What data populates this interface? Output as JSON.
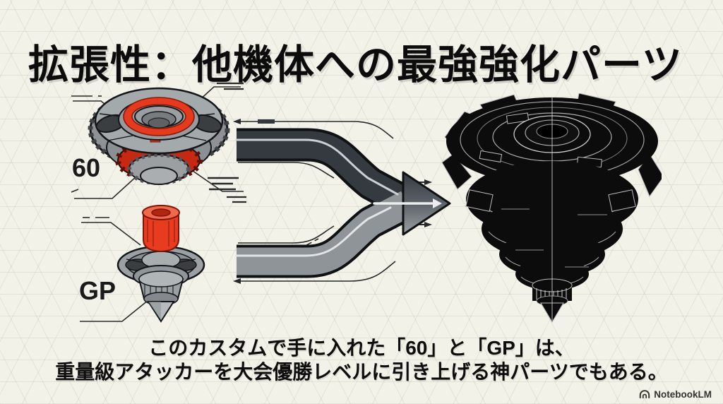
{
  "slide": {
    "title": "拡張性：他機体への最強強化パーツ",
    "caption": {
      "line1": "このカスタムで手に入れた「60」と「GP」は、",
      "line2": "重量級アタッカーを大会優勝レベルに引き上げる神パーツでもある。"
    }
  },
  "diagram": {
    "source_parts": [
      {
        "id": "disc-60",
        "label": "60"
      },
      {
        "id": "driver-gp",
        "label": "GP"
      }
    ],
    "flow_icon": "two-arrows-merging-into-one-right-arrow",
    "result_icon": "black-blueprint-beyblade-top"
  },
  "watermark": {
    "brand": "NotebookLM"
  },
  "colors": {
    "background": "#f3f2e8",
    "ink": "#0c0c0c",
    "part_gray": "#9aa0a4",
    "accent_red": "#e63a1e",
    "arrow_dark": "#343a3f",
    "arrow_light": "#8f9499"
  }
}
